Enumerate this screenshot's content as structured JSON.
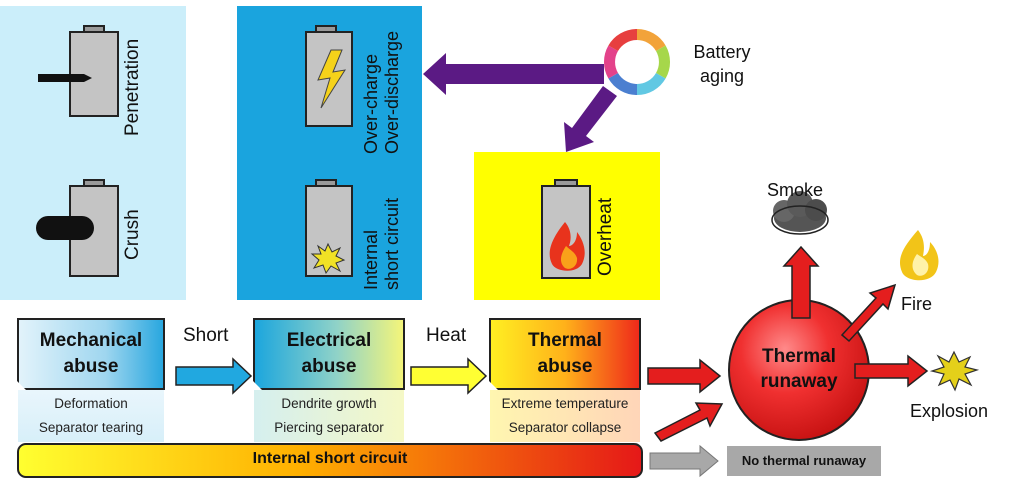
{
  "top": {
    "penetration": "Penetration",
    "crush": "Crush",
    "overcharge": "Over-charge\nOver-discharge",
    "internal_short": "Internal\nshort circuit",
    "overheat": "Overheat",
    "battery_aging": "Battery\naging"
  },
  "flow": {
    "mechanical": {
      "title": "Mechanical\nabuse",
      "details": [
        "Deformation",
        "Separator tearing"
      ]
    },
    "electrical": {
      "title": "Electrical\nabuse",
      "details": [
        "Dendrite growth",
        "Piercing separator"
      ]
    },
    "thermal": {
      "title": "Thermal\nabuse",
      "details": [
        "Extreme temperature",
        "Separator collapse"
      ]
    },
    "short_label": "Short",
    "heat_label": "Heat",
    "internal_bar": "Internal short circuit",
    "thermal_runaway": "Thermal\nrunaway",
    "no_thermal_runaway": "No thermal runaway"
  },
  "outcomes": {
    "smoke": "Smoke",
    "fire": "Fire",
    "explosion": "Explosion"
  },
  "colors": {
    "light_blue": "#cbeefa",
    "blue": "#1aa4de",
    "yellow": "#ffff00",
    "purple": "#5b1a84",
    "red": "#e41e1e",
    "gray": "#a8a8a8"
  }
}
